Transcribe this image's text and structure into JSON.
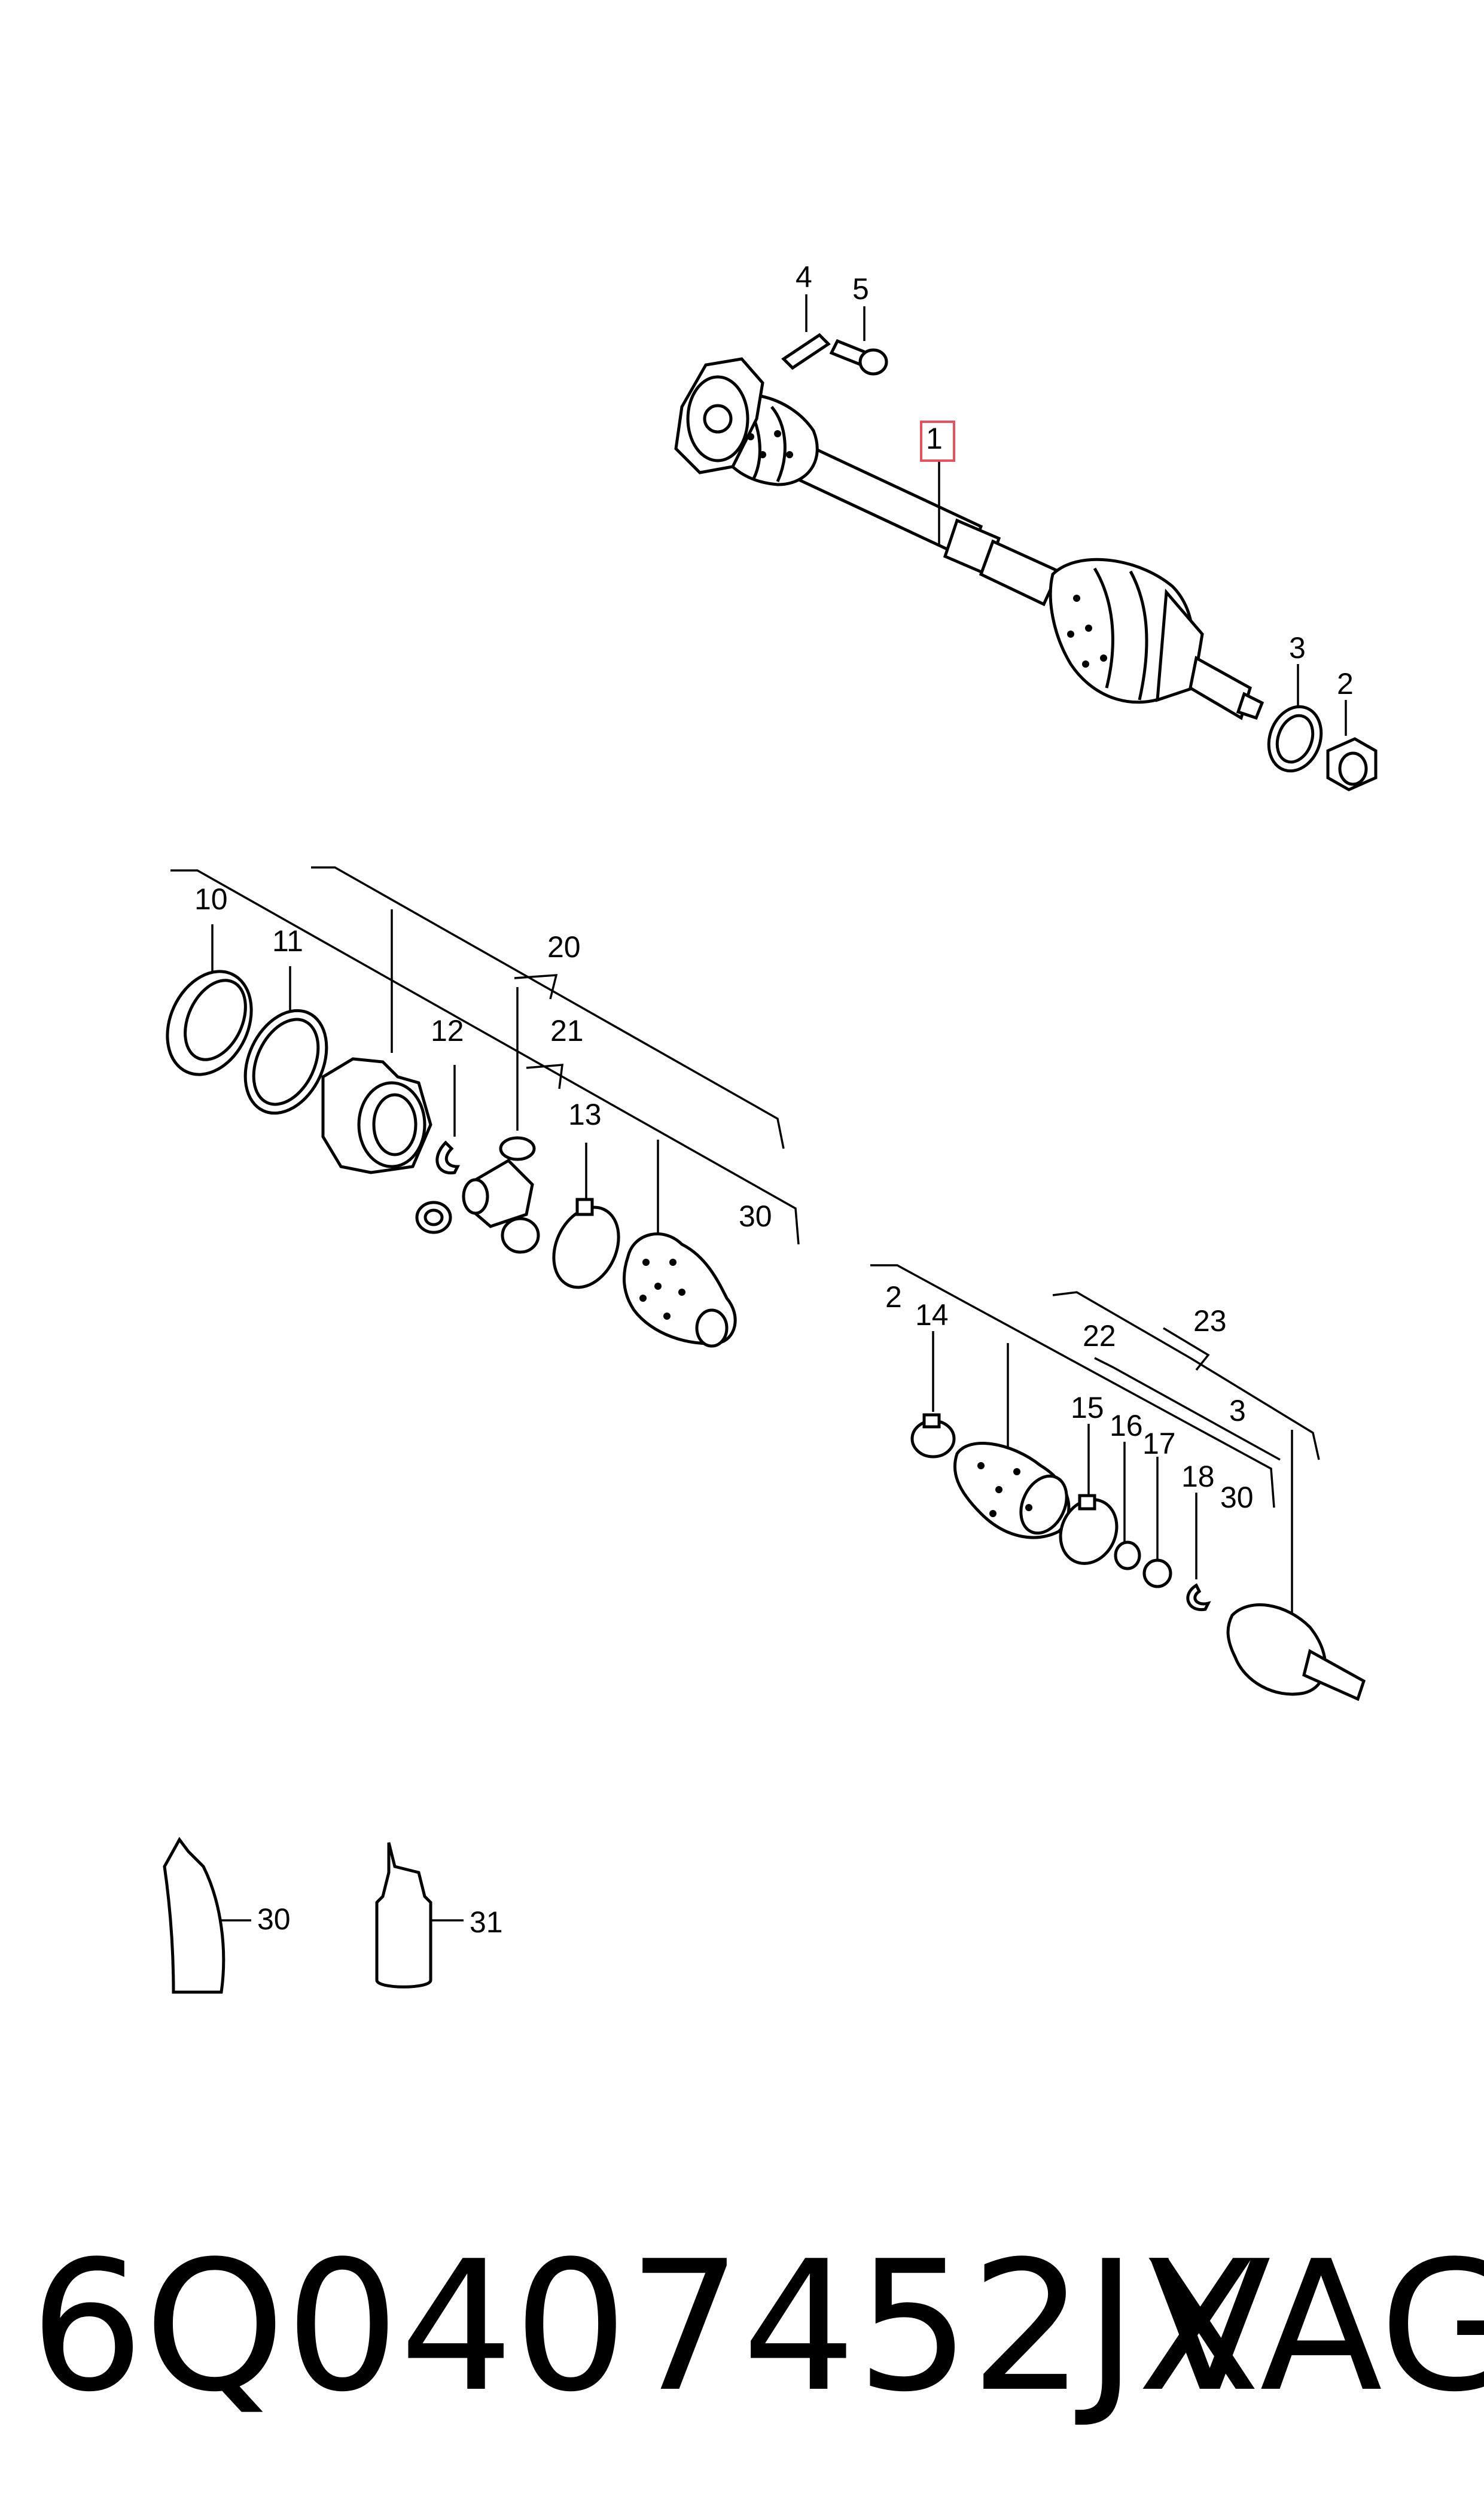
{
  "callouts": {
    "c1": "1",
    "c2a": "2",
    "c3a": "3",
    "c4": "4",
    "c5": "5",
    "c10": "10",
    "c11": "11",
    "c12": "12",
    "c13": "13",
    "c20": "20",
    "c21": "21",
    "c30a": "30",
    "c2b": "2",
    "c14": "14",
    "c22": "22",
    "c23": "23",
    "c3b": "3",
    "c15": "15",
    "c16": "16",
    "c17": "17",
    "c18": "18",
    "c30b": "30",
    "c30c": "30",
    "c31": "31"
  },
  "footer": {
    "part_number": "6Q0407452JX",
    "brand": "VAG"
  },
  "colors": {
    "highlight_box": "#e8505b",
    "line": "#000000",
    "background": "#ffffff"
  }
}
